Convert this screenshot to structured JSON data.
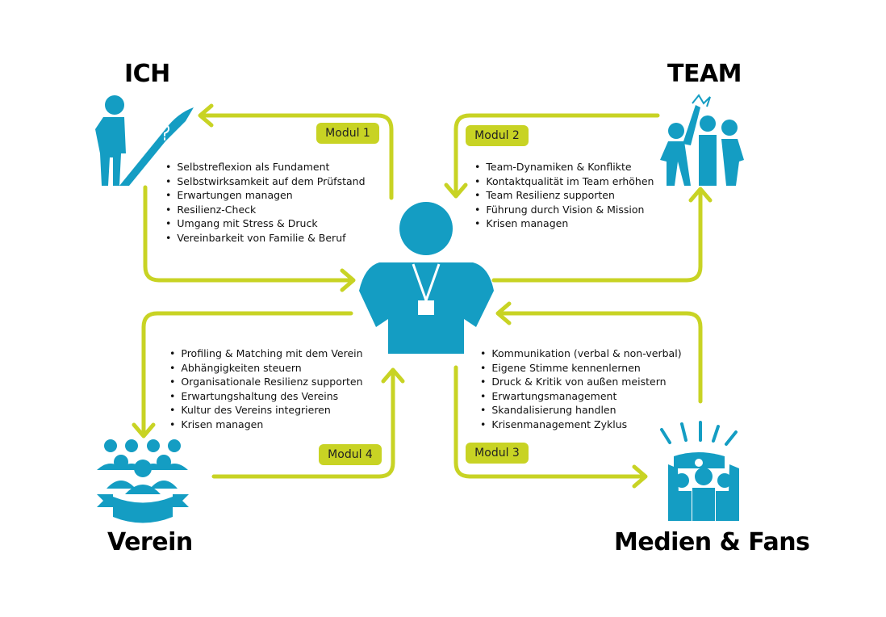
{
  "colors": {
    "accent": "#c8d324",
    "icon": "#149dc3",
    "text": "#111111"
  },
  "sections": {
    "ich": {
      "title": "ICH",
      "modul": "Modul 1",
      "items": [
        "Selbstreflexion als Fundament",
        "Selbstwirksamkeit auf dem Prüfstand",
        "Erwartungen managen",
        "Resilienz-Check",
        "Umgang mit Stress & Druck",
        "Vereinbarkeit von Familie & Beruf"
      ]
    },
    "team": {
      "title": "TEAM",
      "modul": "Modul 2",
      "items": [
        "Team-Dynamiken & Konflikte",
        "Kontaktqualität im Team erhöhen",
        "Team Resilienz supporten",
        "Führung durch Vision & Mission",
        "Krisen managen"
      ]
    },
    "medien": {
      "title": "Medien & Fans",
      "modul": "Modul 3",
      "items": [
        "Kommunikation (verbal & non-verbal)",
        "Eigene Stimme kennenlernen",
        "Druck & Kritik von außen meistern",
        "Erwartungsmanagement",
        "Skandalisierung handlen",
        "Krisenmanagement Zyklus"
      ]
    },
    "verein": {
      "title": "Verein",
      "modul": "Modul 4",
      "items": [
        "Profiling & Matching mit dem Verein",
        "Abhängigkeiten steuern",
        "Organisationale Resilienz supporten",
        "Erwartungshaltung des Vereins",
        "Kultur des Vereins integrieren",
        "Krisen managen"
      ]
    }
  }
}
